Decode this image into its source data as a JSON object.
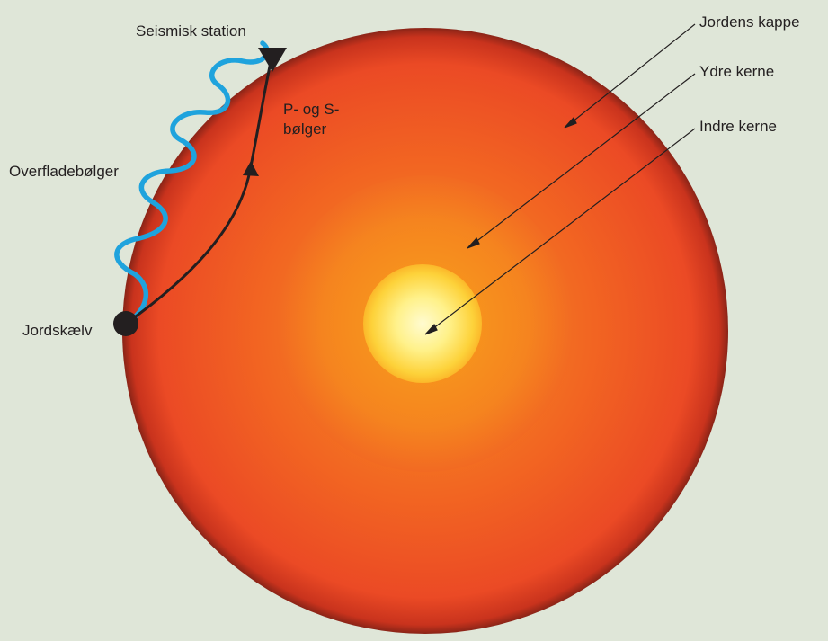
{
  "diagram": {
    "labels": {
      "seismic_station": "Seismisk station",
      "mantle": "Jordens kappe",
      "outer_core": "Ydre kerne",
      "inner_core": "Indre kerne",
      "surface_waves": "Overfladebølger",
      "earthquake": "Jordskælv",
      "ps_waves_line1": "P- og S-",
      "ps_waves_line2": "bølger"
    },
    "colors": {
      "background": "#dfe6d8",
      "mantle_edge": "#e8402a",
      "mantle_inner": "#f26a1f",
      "outer_core": "#f5941e",
      "inner_core": "#fff6a8",
      "surface_wave": "#2aa8e0",
      "body_wave": "#231f20",
      "arrow": "#231f20"
    }
  }
}
